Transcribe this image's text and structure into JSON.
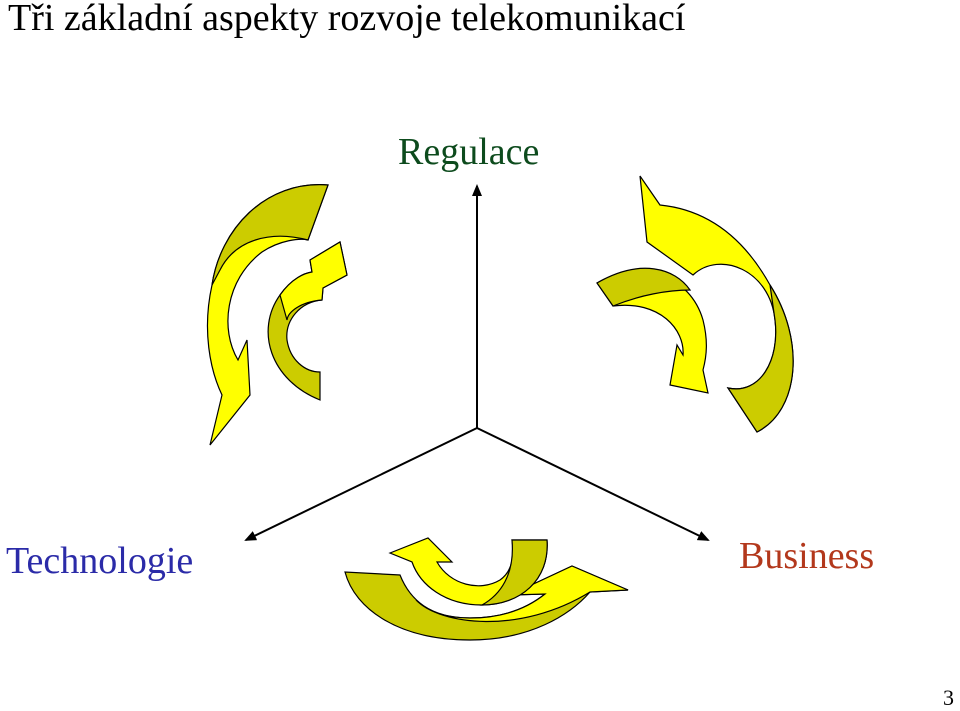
{
  "title": "Tři základní aspekty rozvoje telekomunikací",
  "axes": {
    "top": "Regulace",
    "left": "Technologie",
    "right": "Business"
  },
  "colors": {
    "top": "#0d4b1d",
    "left": "#2b2ba8",
    "right": "#b3381c",
    "arrow_light": "#ffff00",
    "arrow_dark": "#cccc00",
    "stroke": "#000000"
  },
  "page_number": "3"
}
